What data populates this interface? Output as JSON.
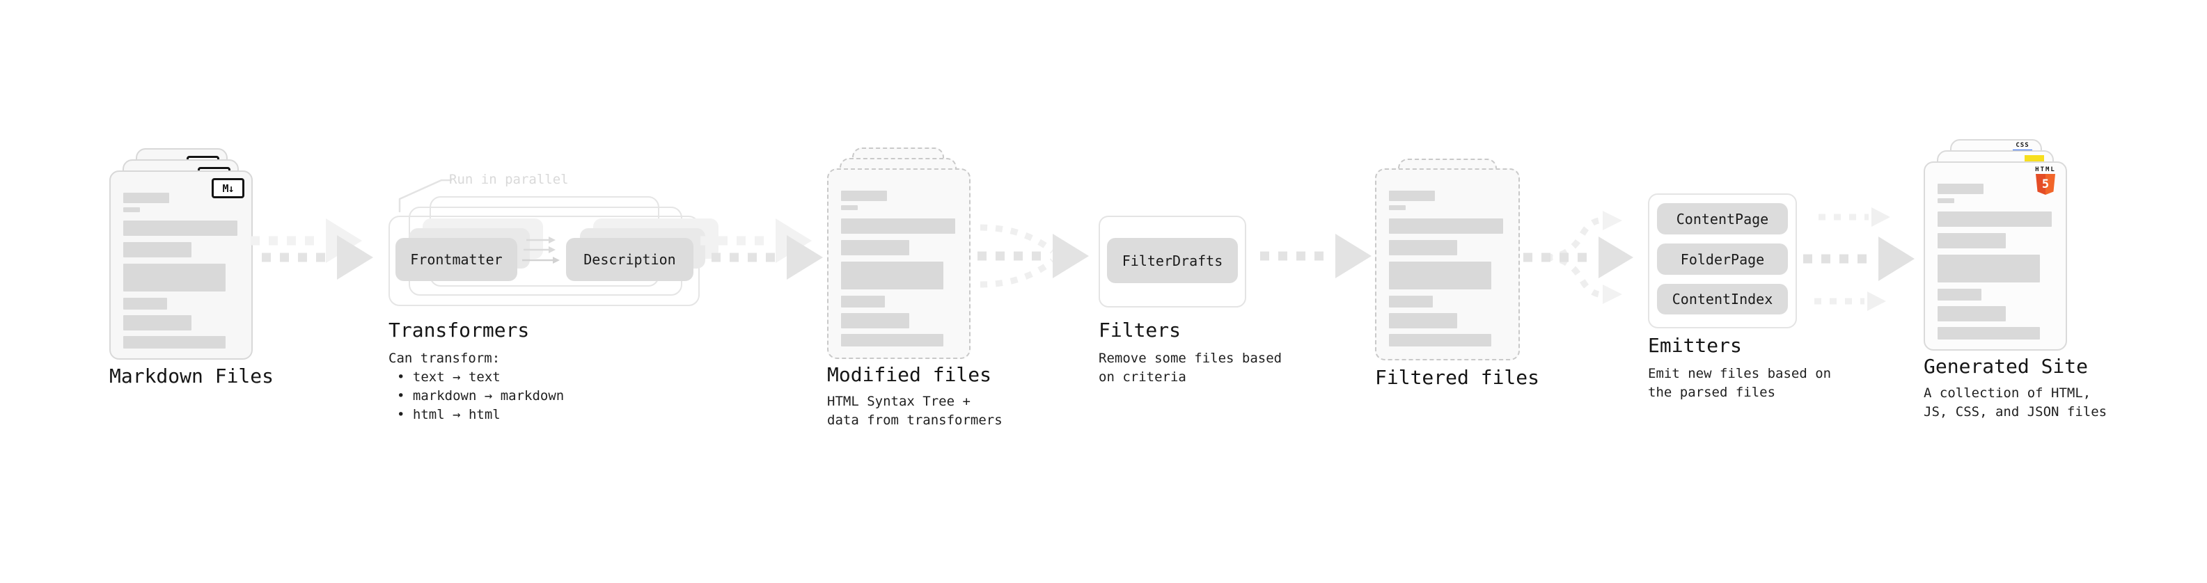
{
  "palette": {
    "doc_fill": "#f7f7f7",
    "doc_border": "#d8d8d8",
    "dashed_border": "#c9c9c9",
    "content_bar": "#d9d9d9",
    "plugin_fill": "#dcdcdc",
    "arrow": "#e3e3e3",
    "arrow_ghost": "#f2f2f2",
    "text": "#151515",
    "note_text": "#d9d9d9",
    "html5_orange": "#e44d26",
    "js_yellow": "#f7df1e",
    "css_blue": "#2965f1"
  },
  "stages": {
    "markdown": {
      "label": "Markdown Files",
      "badge": "M↓"
    },
    "transformers": {
      "label": "Transformers",
      "note": "Run in parallel",
      "plugin_a": "Frontmatter",
      "plugin_b": "Description",
      "desc_lines": [
        "Can transform:",
        "• text → text",
        "• markdown → markdown",
        "• html → html"
      ]
    },
    "modified": {
      "label": "Modified files",
      "desc_lines": [
        "HTML Syntax Tree +",
        "data from transformers"
      ]
    },
    "filters": {
      "label": "Filters",
      "plugin": "FilterDrafts",
      "desc_lines": [
        "Remove some files based",
        "on criteria"
      ]
    },
    "filtered": {
      "label": "Filtered files"
    },
    "emitters": {
      "label": "Emitters",
      "plugins": [
        "ContentPage",
        "FolderPage",
        "ContentIndex"
      ],
      "desc_lines": [
        "Emit new files based on",
        "the parsed files"
      ]
    },
    "generated": {
      "label": "Generated Site",
      "badge_css": "CSS",
      "badge_html_top": "HTML",
      "badge_html_num": "5",
      "desc_lines": [
        "A collection of HTML,",
        "JS, CSS, and JSON files"
      ]
    }
  }
}
